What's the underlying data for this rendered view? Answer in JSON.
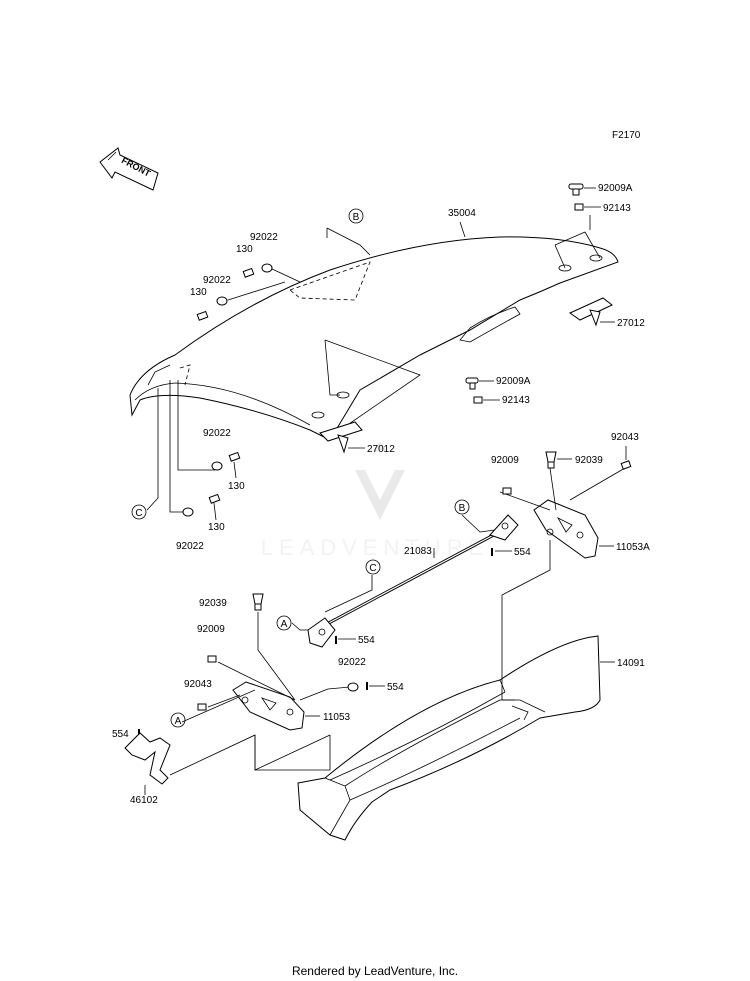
{
  "figure_code": "F2170",
  "front_label": "FRONT",
  "watermark_text": "LEADVENTURE",
  "footer": "Rendered by LeadVenture, Inc.",
  "callouts": [
    "A",
    "B",
    "C"
  ],
  "part_labels": {
    "p35004": "35004",
    "p92009A_top": "92009A",
    "p92143_top": "92143",
    "p27012_right": "27012",
    "p92009A_mid": "92009A",
    "p92143_mid": "92143",
    "p92022_a": "92022",
    "p130_a": "130",
    "p92022_b": "92022",
    "p130_b": "130",
    "p92022_c": "92022",
    "p130_c": "130",
    "p130_d": "130",
    "p92022_d": "92022",
    "p27012_left": "27012",
    "p92043_right": "92043",
    "p92009_right": "92009",
    "p92039_right": "92039",
    "p11053A": "11053A",
    "p21083": "21083",
    "p554_right": "554",
    "p92039_left": "92039",
    "p554_mid": "554",
    "p92009_left": "92009",
    "p92022_e": "92022",
    "p554_low": "554",
    "p92043_left": "92043",
    "p11053": "11053",
    "p554_far": "554",
    "p46102": "46102",
    "p14091": "14091"
  }
}
